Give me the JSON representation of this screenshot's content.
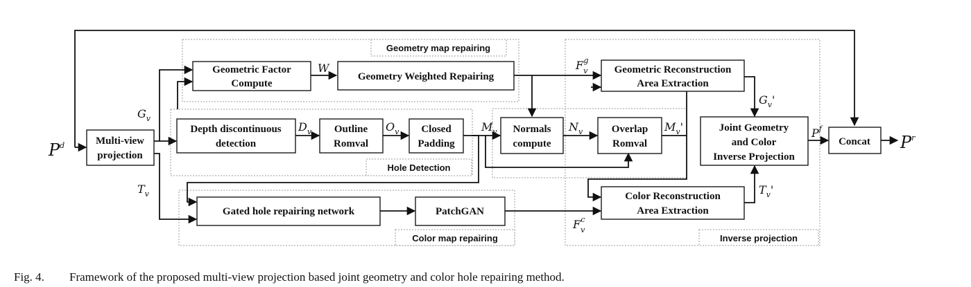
{
  "blocks": {
    "multiview": [
      "Multi-view",
      "projection"
    ],
    "geo_factor": [
      "Geometric Factor",
      "Compute"
    ],
    "geo_weighted": [
      "Geometry Weighted Repairing"
    ],
    "depth": [
      "Depth discontinuous",
      "detection"
    ],
    "outline": [
      "Outline",
      "Romval"
    ],
    "closed": [
      "Closed",
      "Padding"
    ],
    "gated": [
      "Gated hole repairing network"
    ],
    "patchgan": [
      "PatchGAN"
    ],
    "normals": [
      "Normals",
      "compute"
    ],
    "overlap": [
      "Overlap",
      "Romval"
    ],
    "geo_recon": [
      "Geometric Reconstruction",
      "Area Extraction"
    ],
    "color_recon": [
      "Color Reconstruction",
      "Area Extraction"
    ],
    "joint": [
      "Joint Geometry",
      "and Color",
      "Inverse Projection"
    ],
    "concat": [
      "Concat"
    ]
  },
  "groups": {
    "geometry": "Geometry map repairing",
    "hole": "Hole Detection",
    "color": "Color map repairing",
    "inverse": "Inverse projection"
  },
  "symbols": {
    "input": {
      "base": "P",
      "sup": "d"
    },
    "output": {
      "base": "P",
      "sup": "r"
    },
    "G_v": {
      "base": "G",
      "sub": "v"
    },
    "T_v": {
      "base": "T",
      "sub": "v"
    },
    "W": {
      "base": "W"
    },
    "D_v": {
      "base": "D",
      "sub": "v"
    },
    "O_v": {
      "base": "O",
      "sub": "v"
    },
    "M_v": {
      "base": "M",
      "sub": "v"
    },
    "N_v": {
      "base": "N",
      "sub": "v"
    },
    "M_v_p": {
      "base": "M",
      "sub": "v",
      "tail": "'"
    },
    "F_v_g": {
      "base": "F",
      "sub": "v",
      "sup": "g"
    },
    "F_v_c": {
      "base": "F",
      "sub": "v",
      "sup": "c"
    },
    "G_v_p": {
      "base": "G",
      "sub": "v",
      "tail": "'"
    },
    "T_v_p": {
      "base": "T",
      "sub": "v",
      "tail": "'"
    },
    "P_f": {
      "base": "P",
      "sup": "f"
    }
  },
  "caption": {
    "label": "Fig. 4.",
    "text": "Framework of the proposed multi-view projection based joint geometry and color hole repairing method."
  }
}
